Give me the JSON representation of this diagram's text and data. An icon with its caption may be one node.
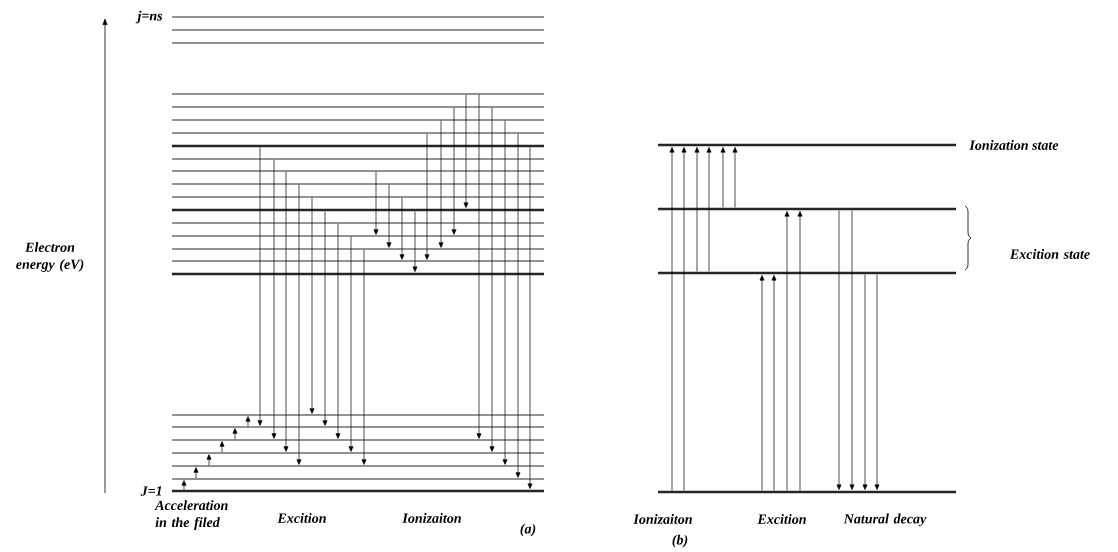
{
  "diagram": {
    "nodes": [
      {
        "text": [],
        "shape": "bar",
        "beside": [
          "j=ns"
        ]
      },
      {
        "text": [],
        "shape": "bar"
      },
      {
        "text": [],
        "shape": "bar"
      },
      {
        "text": [],
        "shape": "bar"
      },
      {
        "text": [],
        "shape": "bar"
      },
      {
        "text": [],
        "shape": "bar"
      },
      {
        "text": [],
        "shape": "bar"
      },
      {
        "text": [],
        "shape": "bar"
      },
      {
        "text": [],
        "shape": "bar"
      },
      {
        "text": [],
        "shape": "bar"
      },
      {
        "text": [],
        "shape": "bar"
      },
      {
        "text": [],
        "shape": "bar"
      },
      {
        "text": [],
        "shape": "bar"
      },
      {
        "text": [],
        "shape": "bar"
      },
      {
        "text": [],
        "shape": "bar"
      },
      {
        "text": [],
        "shape": "bar"
      },
      {
        "text": [],
        "shape": "bar"
      },
      {
        "text": [],
        "shape": "bar"
      },
      {
        "text": [],
        "shape": "bar"
      },
      {
        "text": [],
        "shape": "bar"
      },
      {
        "text": [],
        "shape": "bar"
      },
      {
        "text": [],
        "shape": "bar"
      },
      {
        "text": [],
        "shape": "bar"
      },
      {
        "text": [],
        "shape": "bar"
      },
      {
        "text": [],
        "shape": "bar",
        "beside": [
          "J=1"
        ]
      },
      {
        "text": [],
        "shape": "bar",
        "beside": [
          "Ionization state"
        ]
      },
      {
        "text": [],
        "shape": "bar"
      },
      {
        "text": [],
        "shape": "bar"
      },
      {
        "text": [],
        "shape": "bar"
      }
    ],
    "edges": [
      {
        "from": 24,
        "to": 23,
        "arrow": "to"
      },
      {
        "from": 23,
        "to": 22,
        "arrow": "to"
      },
      {
        "from": 22,
        "to": 21,
        "arrow": "to"
      },
      {
        "from": 21,
        "to": 20,
        "arrow": "to"
      },
      {
        "from": 20,
        "to": 19,
        "arrow": "to"
      },
      {
        "from": 19,
        "to": 18,
        "arrow": "to"
      },
      {
        "from": 7,
        "to": 19,
        "arrow": "to"
      },
      {
        "from": 8,
        "to": 20,
        "arrow": "to"
      },
      {
        "from": 9,
        "to": 21,
        "arrow": "to"
      },
      {
        "from": 10,
        "to": 22,
        "arrow": "to"
      },
      {
        "from": 11,
        "to": 18,
        "arrow": "to"
      },
      {
        "from": 12,
        "to": 19,
        "arrow": "to"
      },
      {
        "from": 13,
        "to": 20,
        "arrow": "to"
      },
      {
        "from": 14,
        "to": 21,
        "arrow": "to"
      },
      {
        "from": 15,
        "to": 22,
        "arrow": "to"
      },
      {
        "from": 9,
        "to": 14,
        "arrow": "to"
      },
      {
        "from": 10,
        "to": 15,
        "arrow": "to"
      },
      {
        "from": 11,
        "to": 16,
        "arrow": "to"
      },
      {
        "from": 12,
        "to": 17,
        "arrow": "to"
      },
      {
        "from": 6,
        "to": 16,
        "arrow": "to"
      },
      {
        "from": 5,
        "to": 15,
        "arrow": "to"
      },
      {
        "from": 4,
        "to": 14,
        "arrow": "to"
      },
      {
        "from": 3,
        "to": 12,
        "arrow": "to"
      },
      {
        "from": 3,
        "to": 20,
        "arrow": "to"
      },
      {
        "from": 4,
        "to": 21,
        "arrow": "to"
      },
      {
        "from": 5,
        "to": 22,
        "arrow": "to"
      },
      {
        "from": 6,
        "to": 23,
        "arrow": "to"
      },
      {
        "from": 7,
        "to": 24,
        "arrow": "to"
      },
      {
        "from": 28,
        "to": 25,
        "arrow": "to"
      },
      {
        "from": 28,
        "to": 25,
        "arrow": "to"
      },
      {
        "from": 27,
        "to": 25,
        "arrow": "to"
      },
      {
        "from": 27,
        "to": 25,
        "arrow": "to"
      },
      {
        "from": 26,
        "to": 25,
        "arrow": "to"
      },
      {
        "from": 26,
        "to": 25,
        "arrow": "to"
      },
      {
        "from": 28,
        "to": 27,
        "arrow": "to"
      },
      {
        "from": 28,
        "to": 27,
        "arrow": "to"
      },
      {
        "from": 28,
        "to": 26,
        "arrow": "to"
      },
      {
        "from": 28,
        "to": 26,
        "arrow": "to"
      },
      {
        "from": 26,
        "to": 28,
        "arrow": "to"
      },
      {
        "from": 26,
        "to": 28,
        "arrow": "to"
      },
      {
        "from": 27,
        "to": 28,
        "arrow": "to"
      },
      {
        "from": 27,
        "to": 28,
        "arrow": "to"
      }
    ],
    "labels": [
      "Electron energy (eV)",
      "Excition state",
      "Acceleration in the filed",
      "Excition",
      "Ionizaiton",
      "(a)",
      "Ionizaiton",
      "Excition",
      "Natural decay",
      "(b)"
    ]
  }
}
